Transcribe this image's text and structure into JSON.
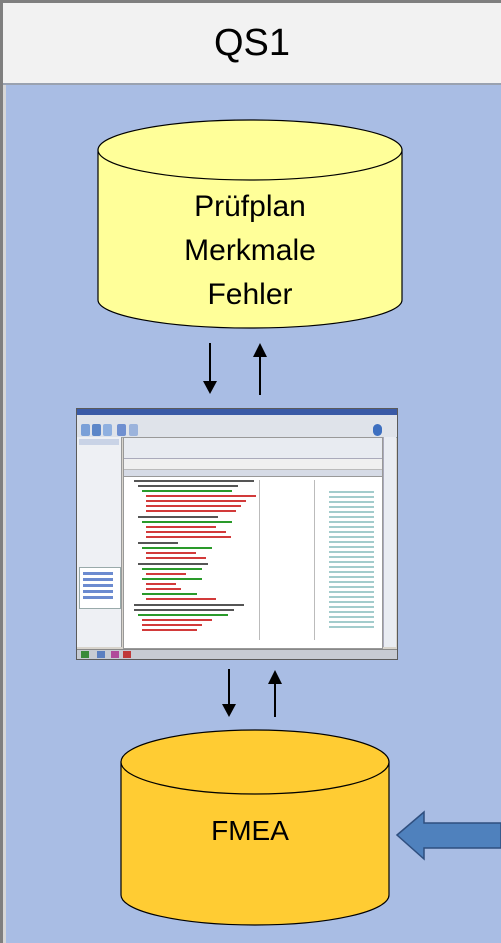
{
  "header": {
    "title": "QS1"
  },
  "database_top": {
    "lines": [
      "Prüfplan",
      "Merkmale",
      "Fehler"
    ],
    "color": "#ffff99"
  },
  "database_bottom": {
    "label": "FMEA",
    "color": "#ffcc33"
  },
  "colors": {
    "panel": "#a9bde4",
    "arrow_external": "#4f81bd"
  }
}
